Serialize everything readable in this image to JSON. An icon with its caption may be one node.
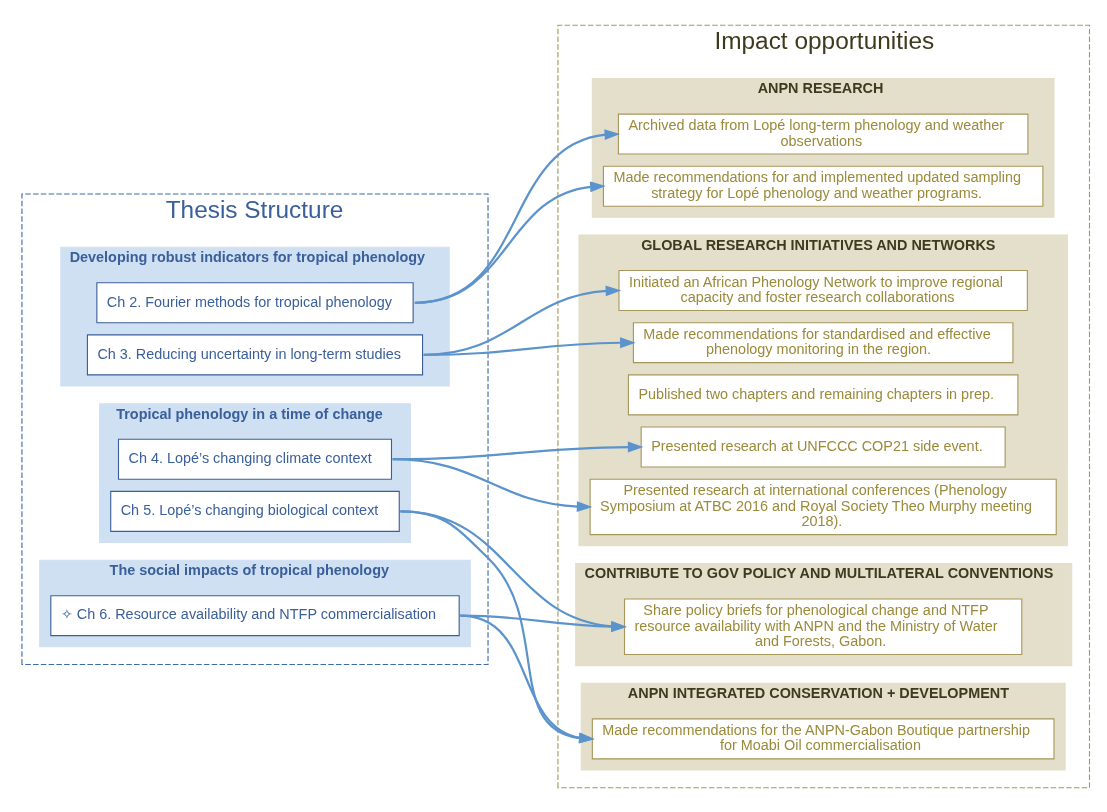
{
  "diagram": {
    "nodes": [
      {
        "text": [
          "Thesis Structure"
        ]
      },
      {
        "text": [
          "Developing robust indicators for tropical phenology"
        ],
        "in": 0
      },
      {
        "text": [
          "Ch 2. Fourier methods for tropical phenology"
        ],
        "in": 1
      },
      {
        "text": [
          "Ch 3. Reducing uncertainty in long-term studies"
        ],
        "in": 1
      },
      {
        "text": [
          "Tropical phenology in a time of change"
        ],
        "in": 0
      },
      {
        "text": [
          "Ch 4. Lopé’s changing climate context"
        ],
        "in": 4
      },
      {
        "text": [
          "Ch 5. Lopé’s changing biological context"
        ],
        "in": 4
      },
      {
        "text": [
          "The social impacts of tropical phenology"
        ],
        "in": 0
      },
      {
        "text": [
          "✧ Ch 6. Resource availability and NTFP commercialisation"
        ],
        "in": 7
      },
      {
        "text": [
          "Impact opportunities"
        ]
      },
      {
        "text": [
          "ANPN RESEARCH"
        ],
        "in": 9
      },
      {
        "text": [
          "Archived data from Lopé long-term phenology and weather observations"
        ],
        "in": 10
      },
      {
        "text": [
          "Made recommendations for and implemented updated sampling strategy for Lopé phenology and weather programs."
        ],
        "in": 10
      },
      {
        "text": [
          "GLOBAL RESEARCH INITIATIVES AND NETWORKS"
        ],
        "in": 9
      },
      {
        "text": [
          "Initiated an African Phenology Network to improve regional capacity and foster research collaborations"
        ],
        "in": 13
      },
      {
        "text": [
          "Made recommendations for standardised and effective phenology monitoring in the region."
        ],
        "in": 13
      },
      {
        "text": [
          "Presented research at UNFCCC COP21 side event."
        ],
        "in": 13
      },
      {
        "text": [
          "Presented research at international conferences (Phenology Symposium at ATBC 2016 and Royal Society Theo Murphy meeting 2018)."
        ],
        "in": 13
      },
      {
        "text": [
          "Published two chapters and remaining chapters in prep."
        ],
        "in": 13
      },
      {
        "text": [
          "CONTRIBUTE TO GOV POLICY AND MULTILATERAL CONVENTIONS"
        ],
        "in": 9
      },
      {
        "text": [
          "Share policy briefs for phenological change and NTFP resource availability with ANPN and the Ministry of Water and Forests, Gabon."
        ],
        "in": 19
      },
      {
        "text": [
          "ANPN INTEGRATED CONSERVATION + DEVELOPMENT"
        ],
        "in": 9
      },
      {
        "text": [
          "Made recommendations for the ANPN-Gabon Boutique partnership for Moabi Oil commercialisation"
        ],
        "in": 21
      }
    ],
    "edges": [
      {
        "from": 2,
        "to": 11,
        "arrow": "to"
      },
      {
        "from": 2,
        "to": 12,
        "arrow": "to"
      },
      {
        "from": 3,
        "to": 14,
        "arrow": "to"
      },
      {
        "from": 3,
        "to": 15,
        "arrow": "to"
      },
      {
        "from": 5,
        "to": 16,
        "arrow": "to"
      },
      {
        "from": 5,
        "to": 17,
        "arrow": "to"
      },
      {
        "from": 6,
        "to": 20,
        "arrow": "to"
      },
      {
        "from": 6,
        "to": 22,
        "arrow": "to"
      },
      {
        "from": 8,
        "to": 20,
        "arrow": "to"
      },
      {
        "from": 8,
        "to": 22,
        "arrow": "to"
      }
    ]
  }
}
